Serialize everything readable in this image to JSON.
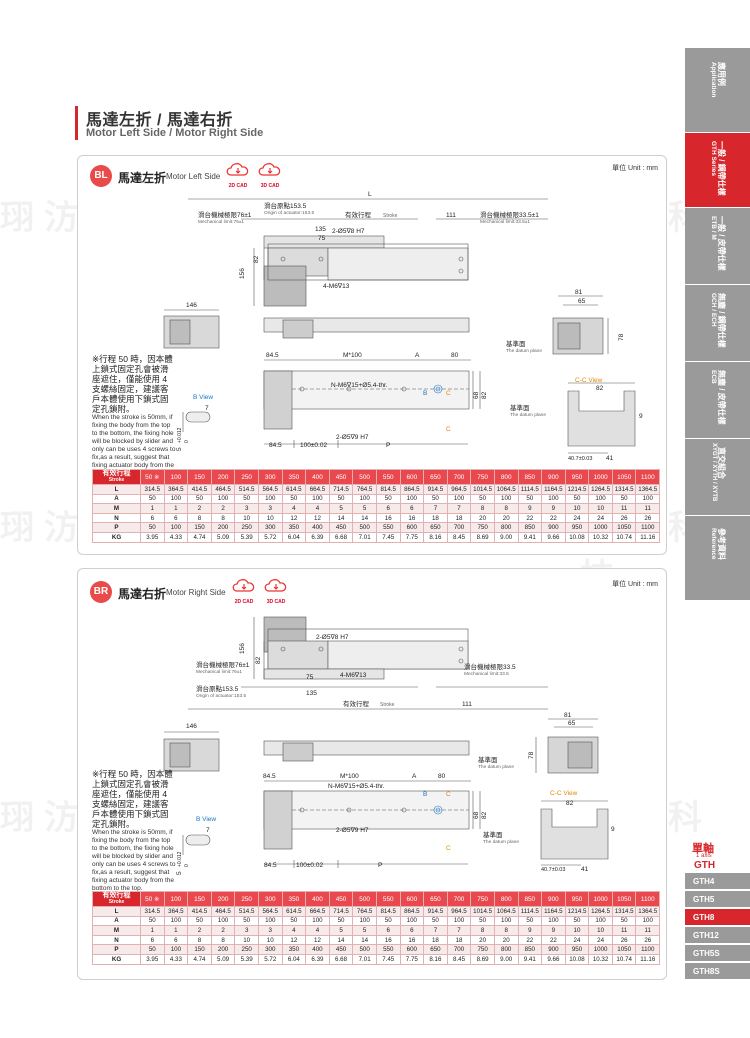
{
  "header": {
    "title_cn": "馬達左折 / 馬達右折",
    "title_en": "Motor Left Side / Motor Right Side"
  },
  "watermark": "珝汸科技",
  "unit": "單位 Unit : mm",
  "cad": {
    "d2": "2D CAD",
    "d3": "3D CAD"
  },
  "bl": {
    "badge": "BL",
    "title_cn": "馬達左折",
    "title_en": "Motor Left Side",
    "dims": {
      "L": "L",
      "origin": "滑台原點153.5",
      "origin_en": "Origin of actuator:153.5",
      "mech_l": "滑台機械極限76±1",
      "mech_l_en": "Mechanical limit:76±1",
      "stroke": "有效行程",
      "stroke_en": "Stroke",
      "d111": "111",
      "mech_r": "滑台機械極限33.5±1",
      "mech_r_en": "Mechanical limit:33.5±1",
      "d135": "135",
      "d75": "75",
      "hole1": "2-Ø5∇8 H7",
      "d156": "156",
      "d82": "82",
      "m6": "4-M6∇13",
      "d146": "146",
      "d81": "81",
      "d65": "65",
      "d78": "78",
      "datum": "基準面",
      "datum_en": "The datum plane",
      "d845": "84.5",
      "m100": "M*100",
      "A": "A",
      "d80": "80",
      "n6": "N-M6∇15+Ø5.4-thr.",
      "B": "B",
      "C": "C",
      "d68": "68",
      "d82b": "82",
      "hole2": "2-Ø5∇9 H7",
      "d845b": "84.5",
      "d100": "100±0.02",
      "P": "P",
      "bview": "B View",
      "d5": "5",
      "d0012": "+0.012",
      "d0": "0",
      "d7": "7",
      "ccview": "C-C View",
      "d82c": "82",
      "d9": "9",
      "d407": "40.7±0.03",
      "d41": "41"
    }
  },
  "br": {
    "badge": "BR",
    "title_cn": "馬達右折",
    "title_en": "Motor Right Side",
    "dims": {
      "hole1": "2-Ø5∇8 H7",
      "d156": "156",
      "d82": "82",
      "mech_l": "滑台機械極限76±1",
      "mech_l_en": "Mechanical limit:76±1",
      "d75": "75",
      "m6": "4-M6∇13",
      "d135": "135",
      "mech_r": "滑台機械極限33.5",
      "mech_r_en": "Mechanical limit:33.5",
      "origin": "滑台原點153.5",
      "origin_en": "Origin of actuator:153.5",
      "stroke": "有效行程",
      "stroke_en": "Stroke",
      "d111": "111",
      "d146": "146",
      "d81": "81",
      "d65": "65",
      "d78": "78",
      "datum": "基準面",
      "datum_en": "The datum plane",
      "d845": "84.5",
      "m100": "M*100",
      "A": "A",
      "d80": "80",
      "n6": "N-M6∇15+Ø5.4-thr.",
      "B": "B",
      "C": "C",
      "d68": "68",
      "d82b": "82",
      "hole2": "2-Ø5∇9 H7",
      "d845b": "84.5",
      "d100": "100±0.02",
      "P": "P",
      "bview": "B View",
      "d5": "5",
      "d0012": "+0.012",
      "d0": "0",
      "d7": "7",
      "ccview": "C-C View",
      "d82c": "82",
      "d9": "9",
      "d407": "40.7±0.03",
      "d41": "41"
    }
  },
  "note": {
    "cn": "※行程 50 時，因本體上鎖式固定孔會被滑座遮住，僅能使用 4 支螺絲固定，建議客戶本體使用下鎖式固定孔鎖附。",
    "en": "When the stroke is 50mm, if fixing the body from the top to the bottom, the fixing hole will be blocked by slider and only can be uses 4 screws to fix,as a result, suggest that fixing actuator body from the bottom to the top."
  },
  "table": {
    "head_cn": "有效行程",
    "head_en": "Stroke",
    "strokes": [
      "50 ※",
      "100",
      "150",
      "200",
      "250",
      "300",
      "350",
      "400",
      "450",
      "500",
      "550",
      "600",
      "650",
      "700",
      "750",
      "800",
      "850",
      "900",
      "950",
      "1000",
      "1050",
      "1100"
    ],
    "rows": [
      {
        "label": "L",
        "values": [
          "314.5",
          "364.5",
          "414.5",
          "464.5",
          "514.5",
          "564.5",
          "614.5",
          "664.5",
          "714.5",
          "764.5",
          "814.5",
          "864.5",
          "914.5",
          "964.5",
          "1014.5",
          "1064.5",
          "1114.5",
          "1164.5",
          "1214.5",
          "1264.5",
          "1314.5",
          "1364.5"
        ]
      },
      {
        "label": "A",
        "values": [
          "50",
          "100",
          "50",
          "100",
          "50",
          "100",
          "50",
          "100",
          "50",
          "100",
          "50",
          "100",
          "50",
          "100",
          "50",
          "100",
          "50",
          "100",
          "50",
          "100",
          "50",
          "100"
        ]
      },
      {
        "label": "M",
        "values": [
          "1",
          "1",
          "2",
          "2",
          "3",
          "3",
          "4",
          "4",
          "5",
          "5",
          "6",
          "6",
          "7",
          "7",
          "8",
          "8",
          "9",
          "9",
          "10",
          "10",
          "11",
          "11"
        ]
      },
      {
        "label": "N",
        "values": [
          "6",
          "6",
          "8",
          "8",
          "10",
          "10",
          "12",
          "12",
          "14",
          "14",
          "16",
          "16",
          "18",
          "18",
          "20",
          "20",
          "22",
          "22",
          "24",
          "24",
          "26",
          "26"
        ]
      },
      {
        "label": "P",
        "values": [
          "50",
          "100",
          "150",
          "200",
          "250",
          "300",
          "350",
          "400",
          "450",
          "500",
          "550",
          "600",
          "650",
          "700",
          "750",
          "800",
          "850",
          "900",
          "950",
          "1000",
          "1050",
          "1100"
        ]
      },
      {
        "label": "KG",
        "values": [
          "3.95",
          "4.33",
          "4.74",
          "5.09",
          "5.39",
          "5.72",
          "6.04",
          "6.39",
          "6.68",
          "7.01",
          "7.45",
          "7.75",
          "8.16",
          "8.45",
          "8.69",
          "9.00",
          "9.41",
          "9.66",
          "10.08",
          "10.32",
          "10.74",
          "11.16"
        ]
      }
    ]
  },
  "sidebar": {
    "tabs": [
      {
        "cn": "應用例",
        "en": "Application"
      },
      {
        "cn": "一般 / 鋼帶仕樣",
        "en": "GTH Series"
      },
      {
        "cn": "一般 / 皮帶仕樣",
        "en": "ETB / M"
      },
      {
        "cn": "無塵 / 鋼帶仕樣",
        "en": "GCH / ECH"
      },
      {
        "cn": "無塵 / 皮帶仕樣",
        "en": "ECB"
      },
      {
        "cn": "直交組合",
        "en": "XYGT / XYTH / XYTB"
      },
      {
        "cn": "參考資料",
        "en": "Reference"
      }
    ],
    "axis_cn": "單軸",
    "axis_en": "1 axis",
    "axis_code": "GTH",
    "models": [
      "GTH4",
      "GTH5",
      "GTH8",
      "GTH12",
      "GTH5S",
      "GTH8S"
    ]
  }
}
